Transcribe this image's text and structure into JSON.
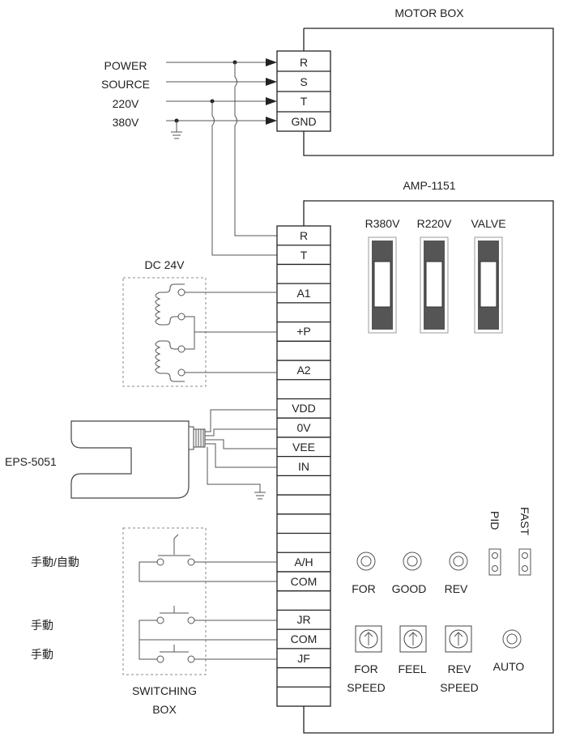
{
  "motor_box": {
    "title": "MOTOR BOX",
    "terminals": [
      "R",
      "S",
      "T",
      "GND"
    ]
  },
  "power": {
    "lines": [
      "POWER",
      "SOURCE",
      "220V",
      "380V"
    ]
  },
  "amp": {
    "title": "AMP-1151",
    "terminals": [
      "R",
      "T",
      "A1",
      "+P",
      "A2",
      "VDD",
      "0V",
      "VEE",
      "IN",
      "A/H",
      "COM",
      "JR",
      "COM",
      "JF"
    ],
    "switches": [
      "R380V",
      "R220V",
      "VALVE"
    ],
    "jumpers": [
      "PID",
      "FAST"
    ],
    "led_labels": [
      "FOR",
      "GOOD",
      "REV"
    ],
    "pot_labels": [
      "FOR",
      "FEEL",
      "REV"
    ],
    "pot_labels2": [
      "SPEED",
      "SPEED"
    ],
    "auto_label": "AUTO"
  },
  "dc_box": {
    "label": "DC 24V"
  },
  "sensor": {
    "label": "EPS-5051"
  },
  "switching_box": {
    "label_line1": "SWITCHING",
    "label_line2": "BOX"
  },
  "switch_labels": [
    "手動/自動",
    "手動",
    "手動"
  ],
  "colors": {
    "line": "#555555",
    "box": "#222222",
    "switch_fill": "#555555",
    "dash": "#888888"
  }
}
